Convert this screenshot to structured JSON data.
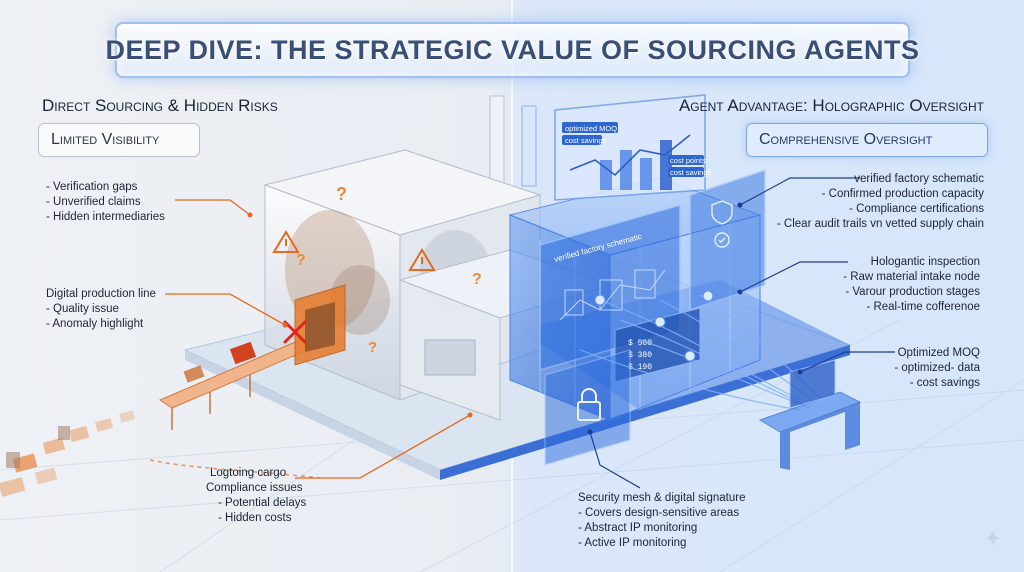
{
  "title": "DEEP DIVE: THE STRATEGIC VALUE OF SOURCING AGENTS",
  "left": {
    "heading": "Direct Sourcing & Hidden Risks",
    "badge": "Limited Visibility",
    "callouts": {
      "risks": {
        "items": [
          "- Verification gaps",
          "- Unverified claims",
          "- Hidden intermediaries"
        ]
      },
      "production": {
        "head": "Digital production line",
        "items": [
          "- Quality issue",
          "- Anomaly highlight"
        ]
      },
      "cargo": {
        "head": "Logtoing cargo",
        "head2": "Compliance issues",
        "items": [
          "- Potential delays",
          "- Hidden costs"
        ]
      }
    }
  },
  "right": {
    "heading": "Agent Advantage: Holographic Oversight",
    "badge": "Comprehensive Oversight",
    "callouts": {
      "schematic": {
        "head": "verified factory schematic",
        "items": [
          "- Confirmed production capacity",
          "- Compliance certifications",
          "- Clear audit trails vn vetted supply chain"
        ]
      },
      "inspection": {
        "head": "Hologantic inspection",
        "items": [
          "- Raw material intake node",
          "- Varour production stages",
          "- Real-time cofferenoe"
        ]
      },
      "moq": {
        "head": "Optimized MOQ",
        "items": [
          "- optimized- data",
          "- cost savings"
        ]
      },
      "security": {
        "head": "Security mesh & digital signature",
        "items": [
          "- Covers design-sensitive areas",
          "- Abstract IP monitoring",
          "- Active IP monitoring"
        ]
      }
    },
    "holo_labels": {
      "chart_a": "optimized MOQ",
      "chart_b": "cost savings",
      "chart_c": "cost points",
      "chart_d": "cost savings",
      "panel": "verified factory schematic",
      "data_rows": [
        "$ 500",
        "$ 380",
        "$ 190"
      ]
    }
  },
  "colors": {
    "risk_orange": "#e46a1f",
    "holo_blue": "#3a7be0",
    "title_text": "#3a4f78",
    "connector_dark_blue": "#1a3f94"
  },
  "icons": [
    "question-mark-icon",
    "warning-triangle-icon",
    "error-x-icon",
    "lock-icon",
    "shield-icon",
    "certificate-icon",
    "sparkle-icon"
  ]
}
